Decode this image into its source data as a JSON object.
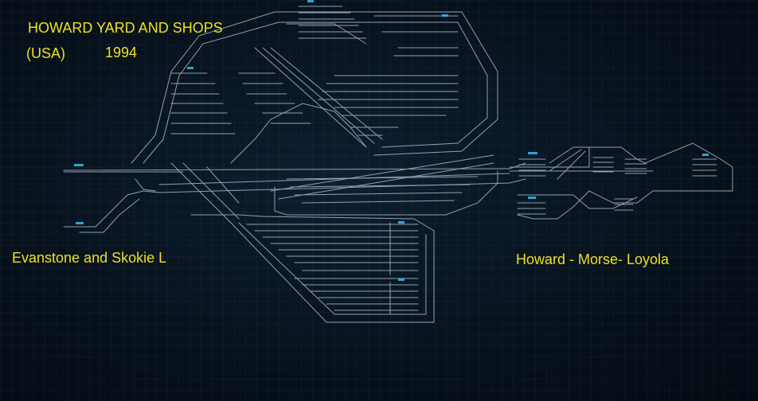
{
  "title": {
    "line1": "HOWARD YARD AND SHOPS",
    "country": "(USA)",
    "year": "1994"
  },
  "labels": {
    "west": "Evanstone and Skokie L",
    "east": "Howard - Morse- Loyola"
  },
  "colors": {
    "background": "#07121d",
    "track": "#a9b8c8",
    "signal_tag": "#35b6e6",
    "label_text": "#f0e020"
  }
}
